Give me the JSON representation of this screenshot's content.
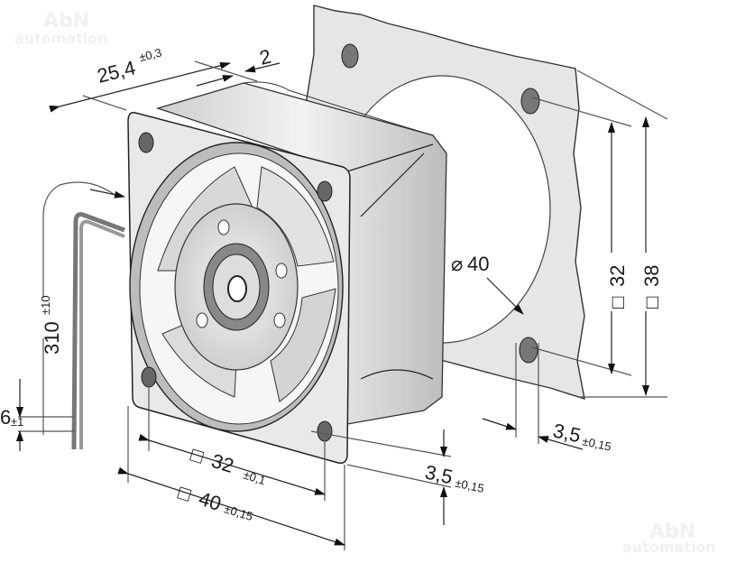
{
  "watermark": {
    "line1": "AbN",
    "line2": "automation"
  },
  "dimensions": {
    "depth": {
      "value": "25,4",
      "tol": "±0,3"
    },
    "flange": {
      "value": "2"
    },
    "diameter": {
      "symbol": "⌀",
      "value": "40"
    },
    "hole_pitch_vertical": {
      "symbol": "□",
      "value": "32"
    },
    "outer_vertical": {
      "symbol": "□",
      "value": "38"
    },
    "cable_length": {
      "value": "310",
      "tol": "±10"
    },
    "wire_strip": {
      "value": "6",
      "tol": "±1"
    },
    "hole_pitch": {
      "symbol": "□",
      "value": "32",
      "tol": "±0,1"
    },
    "outer_size": {
      "symbol": "□",
      "value": "40",
      "tol": "±0,15"
    },
    "hole_offset_front": {
      "value": "3,5",
      "tol": "±0,15"
    },
    "hole_offset_plate": {
      "value": "3,5",
      "tol": "±0,15"
    }
  }
}
